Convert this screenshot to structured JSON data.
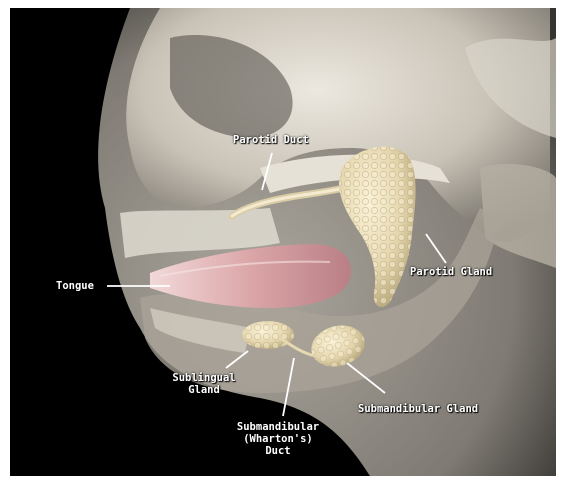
{
  "labels": {
    "parotid_duct": "Parotid Duct",
    "tongue": "Tongue",
    "parotid_gland": "Parotid Gland",
    "sublingual_gland_line1": "Sublingual",
    "sublingual_gland_line2": "Gland",
    "submandibular_gland": "Submandibular Gland",
    "submandibular_duct_line1": "Submandibular",
    "submandibular_duct_line2": "(Wharton's)",
    "submandibular_duct_line3": "Duct"
  },
  "colors": {
    "background": "#000000",
    "skull": "#cfcac0",
    "gland": "#e8dcb8",
    "tongue": "#d9a4a6",
    "label_text": "#ffffff",
    "leader_line": "#ffffff"
  }
}
